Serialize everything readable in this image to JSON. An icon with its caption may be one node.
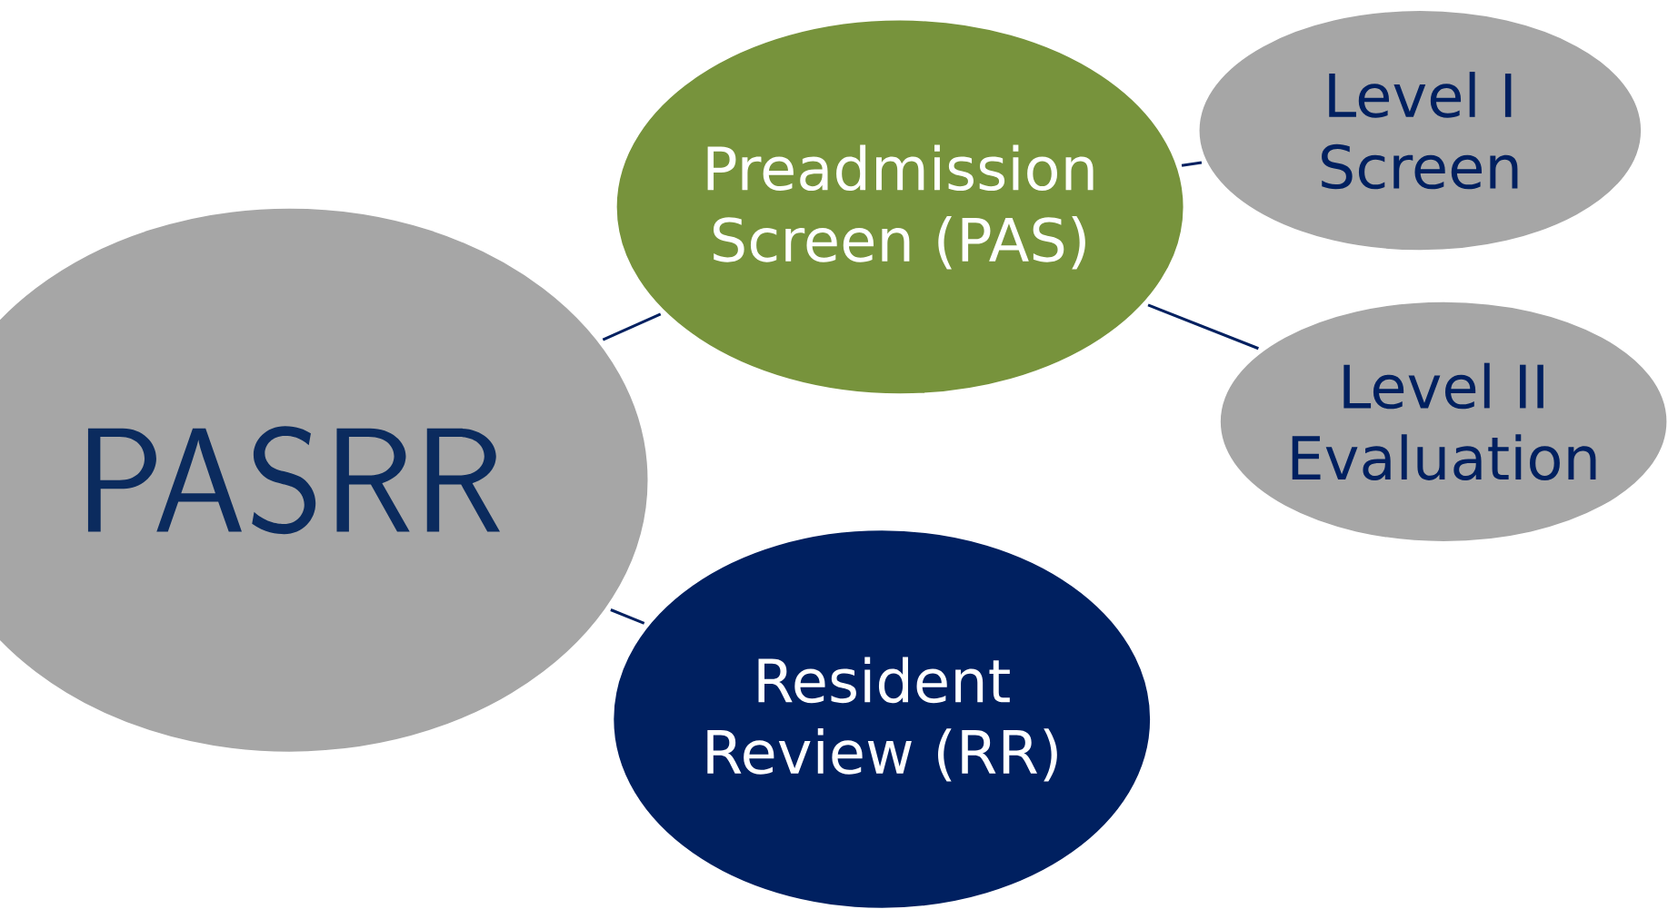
{
  "diagram": {
    "nodes": [
      {
        "text": [
          "PASRR"
        ]
      },
      {
        "text": [
          "Preadmission Screen (PAS)"
        ]
      },
      {
        "text": [
          "Level I Screen"
        ]
      },
      {
        "text": [
          "Level II Evaluation"
        ]
      },
      {
        "text": [
          "Resident Review (RR)"
        ]
      }
    ],
    "edges": [
      {
        "from": 0,
        "to": 1,
        "arrow": "none"
      },
      {
        "from": 1,
        "to": 2,
        "arrow": "none"
      },
      {
        "from": 1,
        "to": 3,
        "arrow": "none"
      },
      {
        "from": 0,
        "to": 4,
        "arrow": "none"
      }
    ]
  }
}
